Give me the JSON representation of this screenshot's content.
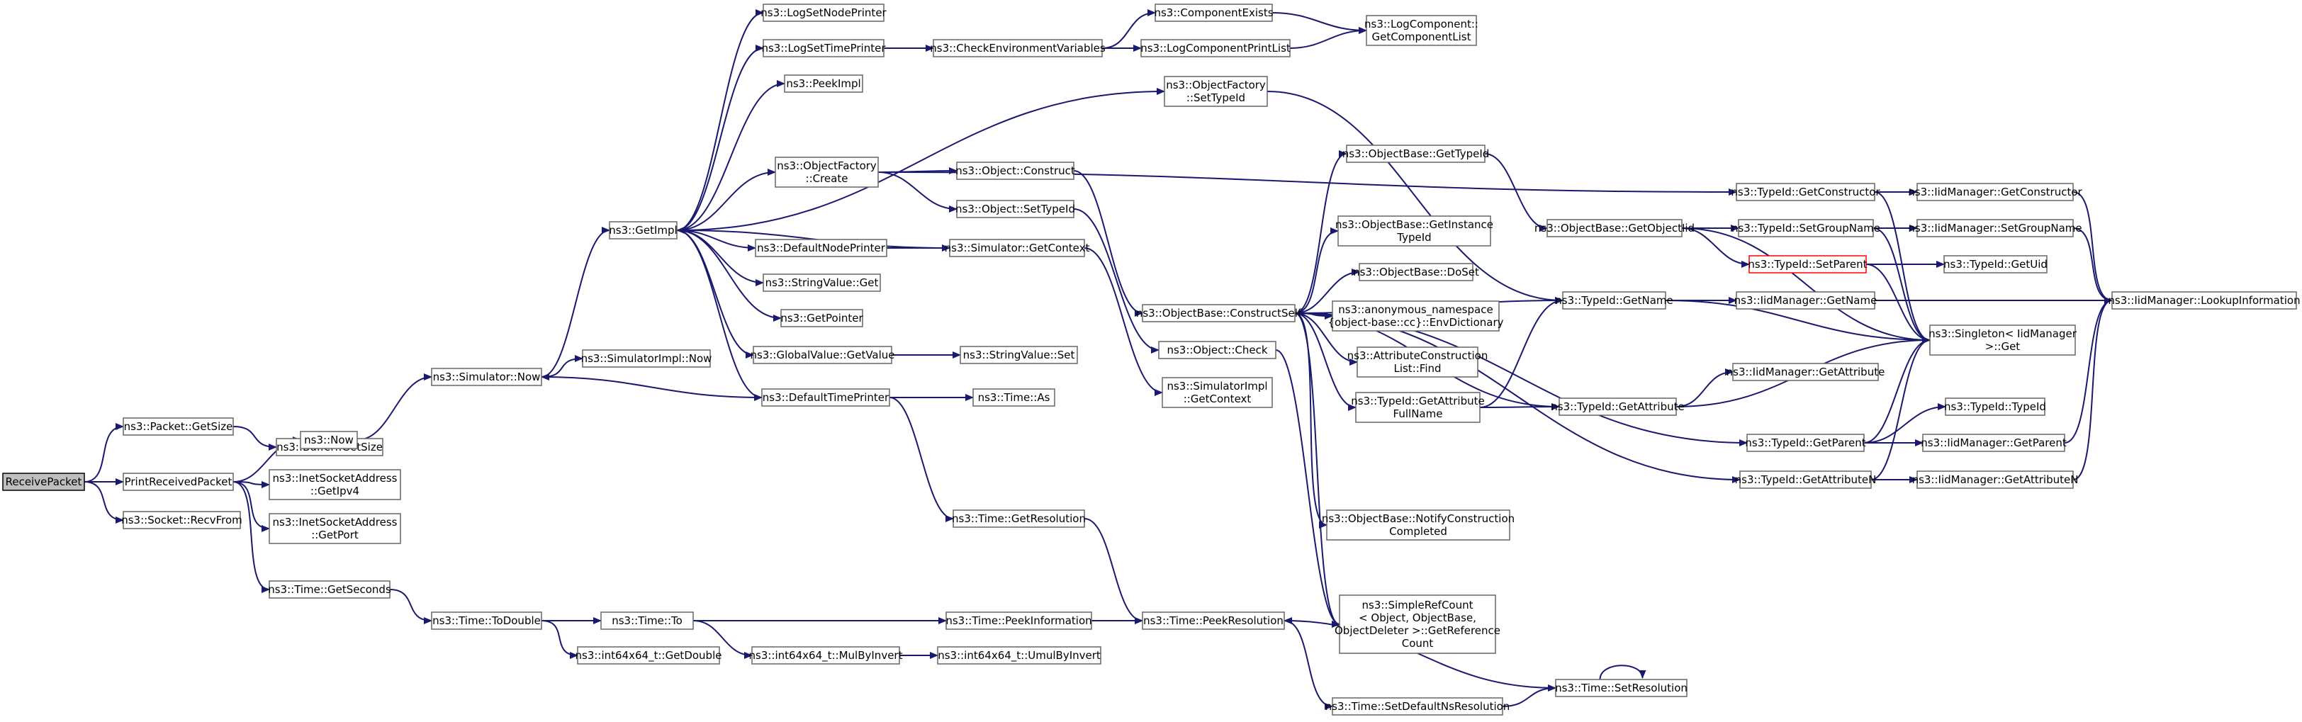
{
  "diagram": {
    "type": "call-graph",
    "colors": {
      "edge": "#191970",
      "box_border": "#666666",
      "root_fill": "#bfbfbf",
      "highlight_border": "#ff0000"
    },
    "nodes": [
      {
        "id": "receive",
        "lines": [
          "ReceivePacket"
        ],
        "style": "root"
      },
      {
        "id": "getsize",
        "lines": [
          "ns3::Packet::GetSize"
        ]
      },
      {
        "id": "printrecv",
        "lines": [
          "PrintReceivedPacket"
        ]
      },
      {
        "id": "recvfrom",
        "lines": [
          "ns3::Socket::RecvFrom"
        ]
      },
      {
        "id": "bufsize",
        "lines": [
          "ns3::Buffer::GetSize"
        ]
      },
      {
        "id": "now",
        "lines": [
          "ns3::Now"
        ]
      },
      {
        "id": "getipv4",
        "lines": [
          "ns3::InetSocketAddress",
          "::GetIpv4"
        ]
      },
      {
        "id": "getport",
        "lines": [
          "ns3::InetSocketAddress",
          "::GetPort"
        ]
      },
      {
        "id": "getseconds",
        "lines": [
          "ns3::Time::GetSeconds"
        ]
      },
      {
        "id": "simnow",
        "lines": [
          "ns3::Simulator::Now"
        ]
      },
      {
        "id": "todouble",
        "lines": [
          "ns3::Time::ToDouble"
        ]
      },
      {
        "id": "simimplnow",
        "lines": [
          "ns3::SimulatorImpl::Now"
        ]
      },
      {
        "id": "getimpl",
        "lines": [
          "ns3::GetImpl"
        ]
      },
      {
        "id": "timeto",
        "lines": [
          "ns3::Time::To"
        ]
      },
      {
        "id": "getdouble",
        "lines": [
          "ns3::int64x64_t::GetDouble"
        ]
      },
      {
        "id": "lognode",
        "lines": [
          "ns3::LogSetNodePrinter"
        ]
      },
      {
        "id": "logtime",
        "lines": [
          "ns3::LogSetTimePrinter"
        ]
      },
      {
        "id": "peekimpl",
        "lines": [
          "ns3::PeekImpl"
        ]
      },
      {
        "id": "ofcreate",
        "lines": [
          "ns3::ObjectFactory",
          "::Create"
        ]
      },
      {
        "id": "defnode",
        "lines": [
          "ns3::DefaultNodePrinter"
        ]
      },
      {
        "id": "strget",
        "lines": [
          "ns3::StringValue::Get"
        ]
      },
      {
        "id": "getpointer",
        "lines": [
          "ns3::GetPointer"
        ]
      },
      {
        "id": "gvget",
        "lines": [
          "ns3::GlobalValue::GetValue"
        ]
      },
      {
        "id": "deftime",
        "lines": [
          "ns3::DefaultTimePrinter"
        ]
      },
      {
        "id": "mulby",
        "lines": [
          "ns3::int64x64_t::MulByInvert"
        ]
      },
      {
        "id": "checkenv",
        "lines": [
          "ns3::CheckEnvironmentVariables"
        ]
      },
      {
        "id": "objconstruct",
        "lines": [
          "ns3::Object::Construct"
        ]
      },
      {
        "id": "objsettid",
        "lines": [
          "ns3::Object::SetTypeId"
        ]
      },
      {
        "id": "simctx",
        "lines": [
          "ns3::Simulator::GetContext"
        ]
      },
      {
        "id": "strset",
        "lines": [
          "ns3::StringValue::Set"
        ]
      },
      {
        "id": "timeas",
        "lines": [
          "ns3::Time::As"
        ]
      },
      {
        "id": "getres",
        "lines": [
          "ns3::Time::GetResolution"
        ]
      },
      {
        "id": "peekinfo",
        "lines": [
          "ns3::Time::PeekInformation"
        ]
      },
      {
        "id": "umul",
        "lines": [
          "ns3::int64x64_t::UmulByInvert"
        ]
      },
      {
        "id": "compexists",
        "lines": [
          "ns3::ComponentExists"
        ]
      },
      {
        "id": "logprint",
        "lines": [
          "ns3::LogComponentPrintList"
        ]
      },
      {
        "id": "ofsettid",
        "lines": [
          "ns3::ObjectFactory",
          "::SetTypeId"
        ]
      },
      {
        "id": "constructself",
        "lines": [
          "ns3::ObjectBase::ConstructSelf"
        ]
      },
      {
        "id": "objcheck",
        "lines": [
          "ns3::Object::Check"
        ]
      },
      {
        "id": "simimplctx",
        "lines": [
          "ns3::SimulatorImpl",
          "::GetContext"
        ]
      },
      {
        "id": "peekres",
        "lines": [
          "ns3::Time::PeekResolution"
        ]
      },
      {
        "id": "setdefres",
        "lines": [
          "ns3::Time::SetDefaultNsResolution"
        ]
      },
      {
        "id": "getcomplist",
        "lines": [
          "ns3::LogComponent::",
          "GetComponentList"
        ]
      },
      {
        "id": "obgettid",
        "lines": [
          "ns3::ObjectBase::GetTypeId"
        ]
      },
      {
        "id": "obgetinst",
        "lines": [
          "ns3::ObjectBase::GetInstance",
          "TypeId"
        ]
      },
      {
        "id": "obdoset",
        "lines": [
          "ns3::ObjectBase::DoSet"
        ]
      },
      {
        "id": "envdict",
        "lines": [
          "ns3::anonymous_namespace",
          "{object-base::cc}::EnvDictionary"
        ]
      },
      {
        "id": "attrfind",
        "lines": [
          "ns3::AttributeConstruction",
          "List::Find"
        ]
      },
      {
        "id": "getattrfull",
        "lines": [
          "ns3::TypeId::GetAttribute",
          "FullName"
        ]
      },
      {
        "id": "notifyconstr",
        "lines": [
          "ns3::ObjectBase::NotifyConstruction",
          "Completed"
        ]
      },
      {
        "id": "simplerefcount",
        "lines": [
          "ns3::SimpleRefCount",
          "< Object, ObjectBase,",
          "ObjectDeleter >::GetReference",
          "Count"
        ]
      },
      {
        "id": "obgetobjiid",
        "lines": [
          "ns3::ObjectBase::GetObjectIid"
        ]
      },
      {
        "id": "tidgetname",
        "lines": [
          "ns3::TypeId::GetName"
        ]
      },
      {
        "id": "tidgetattr",
        "lines": [
          "ns3::TypeId::GetAttribute"
        ]
      },
      {
        "id": "tidgetparent",
        "lines": [
          "ns3::TypeId::GetParent"
        ]
      },
      {
        "id": "tidgetattrn",
        "lines": [
          "ns3::TypeId::GetAttributeN"
        ]
      },
      {
        "id": "timesetres",
        "lines": [
          "ns3::Time::SetResolution"
        ]
      },
      {
        "id": "tidgetconstr",
        "lines": [
          "ns3::TypeId::GetConstructor"
        ]
      },
      {
        "id": "tidsetgroup",
        "lines": [
          "ns3::TypeId::SetGroupName"
        ]
      },
      {
        "id": "tidsetparent",
        "lines": [
          "ns3::TypeId::SetParent"
        ],
        "style": "red"
      },
      {
        "id": "iidgetname",
        "lines": [
          "ns3::IidManager::GetName"
        ]
      },
      {
        "id": "iidgetattr",
        "lines": [
          "ns3::IidManager::GetAttribute"
        ]
      },
      {
        "id": "iidgetconstr",
        "lines": [
          "ns3::IidManager::GetConstructor"
        ]
      },
      {
        "id": "iidsetgroup",
        "lines": [
          "ns3::IidManager::SetGroupName"
        ]
      },
      {
        "id": "tidgetuid",
        "lines": [
          "ns3::TypeId::GetUid"
        ]
      },
      {
        "id": "singleton",
        "lines": [
          "ns3::Singleton< IidManager",
          ">::Get"
        ]
      },
      {
        "id": "tidtypeid",
        "lines": [
          "ns3::TypeId::TypeId"
        ]
      },
      {
        "id": "iidgetparent",
        "lines": [
          "ns3::IidManager::GetParent"
        ]
      },
      {
        "id": "iidgetattrn",
        "lines": [
          "ns3::IidManager::GetAttributeN"
        ]
      },
      {
        "id": "iidlookup",
        "lines": [
          "ns3::IidManager::LookupInformation"
        ]
      }
    ],
    "edges": [
      [
        "receive",
        "getsize"
      ],
      [
        "receive",
        "printrecv"
      ],
      [
        "receive",
        "recvfrom"
      ],
      [
        "getsize",
        "bufsize"
      ],
      [
        "printrecv",
        "now"
      ],
      [
        "printrecv",
        "getipv4"
      ],
      [
        "printrecv",
        "getport"
      ],
      [
        "printrecv",
        "getseconds"
      ],
      [
        "now",
        "simnow"
      ],
      [
        "getseconds",
        "todouble"
      ],
      [
        "simnow",
        "simimplnow"
      ],
      [
        "simnow",
        "getimpl"
      ],
      [
        "todouble",
        "timeto"
      ],
      [
        "todouble",
        "getdouble"
      ],
      [
        "getimpl",
        "lognode"
      ],
      [
        "getimpl",
        "logtime"
      ],
      [
        "getimpl",
        "peekimpl"
      ],
      [
        "getimpl",
        "ofsettid"
      ],
      [
        "getimpl",
        "ofcreate"
      ],
      [
        "getimpl",
        "defnode"
      ],
      [
        "getimpl",
        "strget"
      ],
      [
        "getimpl",
        "getpointer"
      ],
      [
        "getimpl",
        "gvget"
      ],
      [
        "getimpl",
        "deftime"
      ],
      [
        "timeto",
        "peekinfo"
      ],
      [
        "timeto",
        "mulby"
      ],
      [
        "mulby",
        "umul"
      ],
      [
        "logtime",
        "checkenv"
      ],
      [
        "checkenv",
        "compexists"
      ],
      [
        "checkenv",
        "logprint"
      ],
      [
        "compexists",
        "getcomplist"
      ],
      [
        "logprint",
        "getcomplist"
      ],
      [
        "ofcreate",
        "objconstruct"
      ],
      [
        "ofcreate",
        "objsettid"
      ],
      [
        "ofcreate",
        "tidgetconstr"
      ],
      [
        "defnode",
        "simctx"
      ],
      [
        "simctx",
        "getimpl"
      ],
      [
        "simctx",
        "simimplctx"
      ],
      [
        "gvget",
        "strset"
      ],
      [
        "deftime",
        "timeas"
      ],
      [
        "deftime",
        "getres"
      ],
      [
        "deftime",
        "simnow"
      ],
      [
        "getres",
        "peekres"
      ],
      [
        "peekinfo",
        "peekres"
      ],
      [
        "peekres",
        "setdefres"
      ],
      [
        "setdefres",
        "timesetres"
      ],
      [
        "timesetres",
        "peekres"
      ],
      [
        "timesetres",
        "timesetres"
      ],
      [
        "ofsettid",
        "tidgetname"
      ],
      [
        "objconstruct",
        "constructself"
      ],
      [
        "objsettid",
        "objcheck"
      ],
      [
        "constructself",
        "obgettid"
      ],
      [
        "constructself",
        "tidgetname"
      ],
      [
        "constructself",
        "obgetinst"
      ],
      [
        "constructself",
        "obdoset"
      ],
      [
        "constructself",
        "envdict"
      ],
      [
        "constructself",
        "attrfind"
      ],
      [
        "constructself",
        "getattrfull"
      ],
      [
        "constructself",
        "tidgetattr"
      ],
      [
        "constructself",
        "tidgetparent"
      ],
      [
        "constructself",
        "tidgetattrn"
      ],
      [
        "constructself",
        "notifyconstr"
      ],
      [
        "constructself",
        "simplerefcount"
      ],
      [
        "objcheck",
        "simplerefcount"
      ],
      [
        "obgettid",
        "obgetobjiid"
      ],
      [
        "obgetobjiid",
        "tidsetgroup"
      ],
      [
        "obgetobjiid",
        "tidsetparent"
      ],
      [
        "obgetobjiid",
        "singleton"
      ],
      [
        "getattrfull",
        "tidgetname"
      ],
      [
        "getattrfull",
        "tidgetattr"
      ],
      [
        "tidgetname",
        "iidgetname"
      ],
      [
        "tidgetname",
        "singleton"
      ],
      [
        "tidgetattr",
        "iidgetattr"
      ],
      [
        "tidgetattr",
        "singleton"
      ],
      [
        "tidgetparent",
        "tidtypeid"
      ],
      [
        "tidgetparent",
        "iidgetparent"
      ],
      [
        "tidgetparent",
        "singleton"
      ],
      [
        "tidgetattrn",
        "iidgetattrn"
      ],
      [
        "tidgetattrn",
        "singleton"
      ],
      [
        "tidgetconstr",
        "iidgetconstr"
      ],
      [
        "tidgetconstr",
        "singleton"
      ],
      [
        "tidsetgroup",
        "iidsetgroup"
      ],
      [
        "tidsetgroup",
        "singleton"
      ],
      [
        "tidsetparent",
        "tidgetuid"
      ],
      [
        "tidsetparent",
        "singleton"
      ],
      [
        "iidgetname",
        "iidlookup"
      ],
      [
        "iidgetconstr",
        "iidlookup"
      ],
      [
        "iidsetgroup",
        "iidlookup"
      ],
      [
        "iidgetparent",
        "iidlookup"
      ],
      [
        "iidgetattrn",
        "iidlookup"
      ]
    ]
  }
}
